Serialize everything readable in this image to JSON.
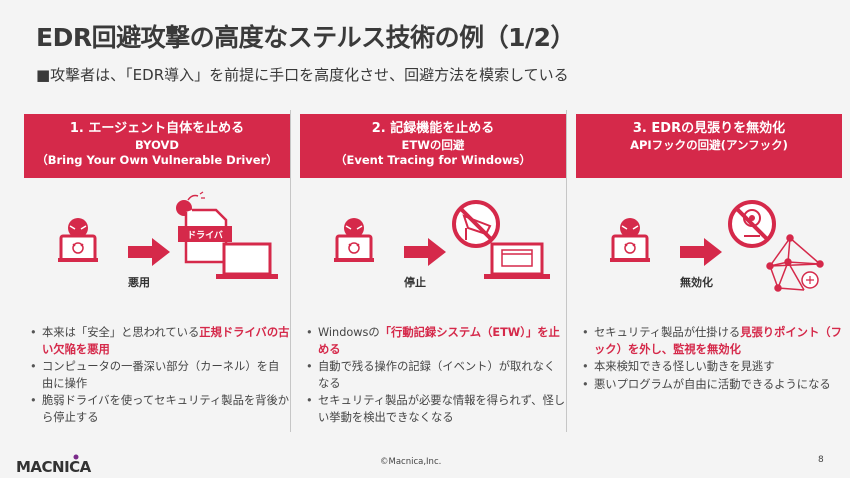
{
  "slide": {
    "title": "EDR回避攻撃の高度なステルス技術の例（1/2）",
    "subtitle": "■攻撃者は、「EDR導入」を前提に手口を高度化させ、回避方法を模索している",
    "colors": {
      "accent": "#d5294a",
      "text": "#3a3a3a",
      "background": "#f4f4f4"
    }
  },
  "columns": [
    {
      "heading": "1. エージェント自体を止める",
      "sub1": "BYOVD",
      "sub2": "（Bring Your Own Vulnerable Driver）",
      "arrow_label": "悪用",
      "target_label": "ドライバ",
      "icons": [
        "hacker-icon",
        "arrow-right-icon",
        "malicious-driver-file-icon",
        "laptop-icon"
      ],
      "bullets": [
        {
          "pre": "本来は「安全」と思われている",
          "em": "正規ドライバの古い欠陥を悪用",
          "post": ""
        },
        {
          "pre": "コンピュータの一番深い部分（カーネル）を自由に操作",
          "em": "",
          "post": ""
        },
        {
          "pre": "脆弱ドライバを使ってセキュリティ製品を背後から停止する",
          "em": "",
          "post": ""
        }
      ]
    },
    {
      "heading": "2. 記録機能を止める",
      "sub1": "ETWの回避",
      "sub2": "（Event Tracing for Windows）",
      "arrow_label": "停止",
      "icons": [
        "hacker-icon",
        "arrow-right-icon",
        "no-camera-icon",
        "laptop-icon"
      ],
      "bullets": [
        {
          "pre": "Windowsの",
          "em": "「行動記録システム（ETW）」を止める",
          "post": ""
        },
        {
          "pre": "自動で残る操作の記録（イベント）が取れなくなる",
          "em": "",
          "post": ""
        },
        {
          "pre": "セキュリティ製品が必要な情報を得られず、怪しい挙動を検出できなくなる",
          "em": "",
          "post": ""
        }
      ]
    },
    {
      "heading": "3. EDRの見張りを無効化",
      "sub1": "APIフックの回避(アンフック)",
      "sub2": "",
      "arrow_label": "無効化",
      "icons": [
        "hacker-icon",
        "arrow-right-icon",
        "no-webcam-icon",
        "network-bug-icon"
      ],
      "bullets": [
        {
          "pre": "セキュリティ製品が仕掛ける",
          "em": "見張りポイント（フック）を外し、監視を無効化",
          "post": ""
        },
        {
          "pre": "本来検知できる怪しい動きを見逃す",
          "em": "",
          "post": ""
        },
        {
          "pre": "悪いプログラムが自由に活動できるようになる",
          "em": "",
          "post": ""
        }
      ]
    }
  ],
  "footer": {
    "logo": "MACNICA",
    "copyright": "©Macnica,Inc.",
    "page_number": "8"
  }
}
